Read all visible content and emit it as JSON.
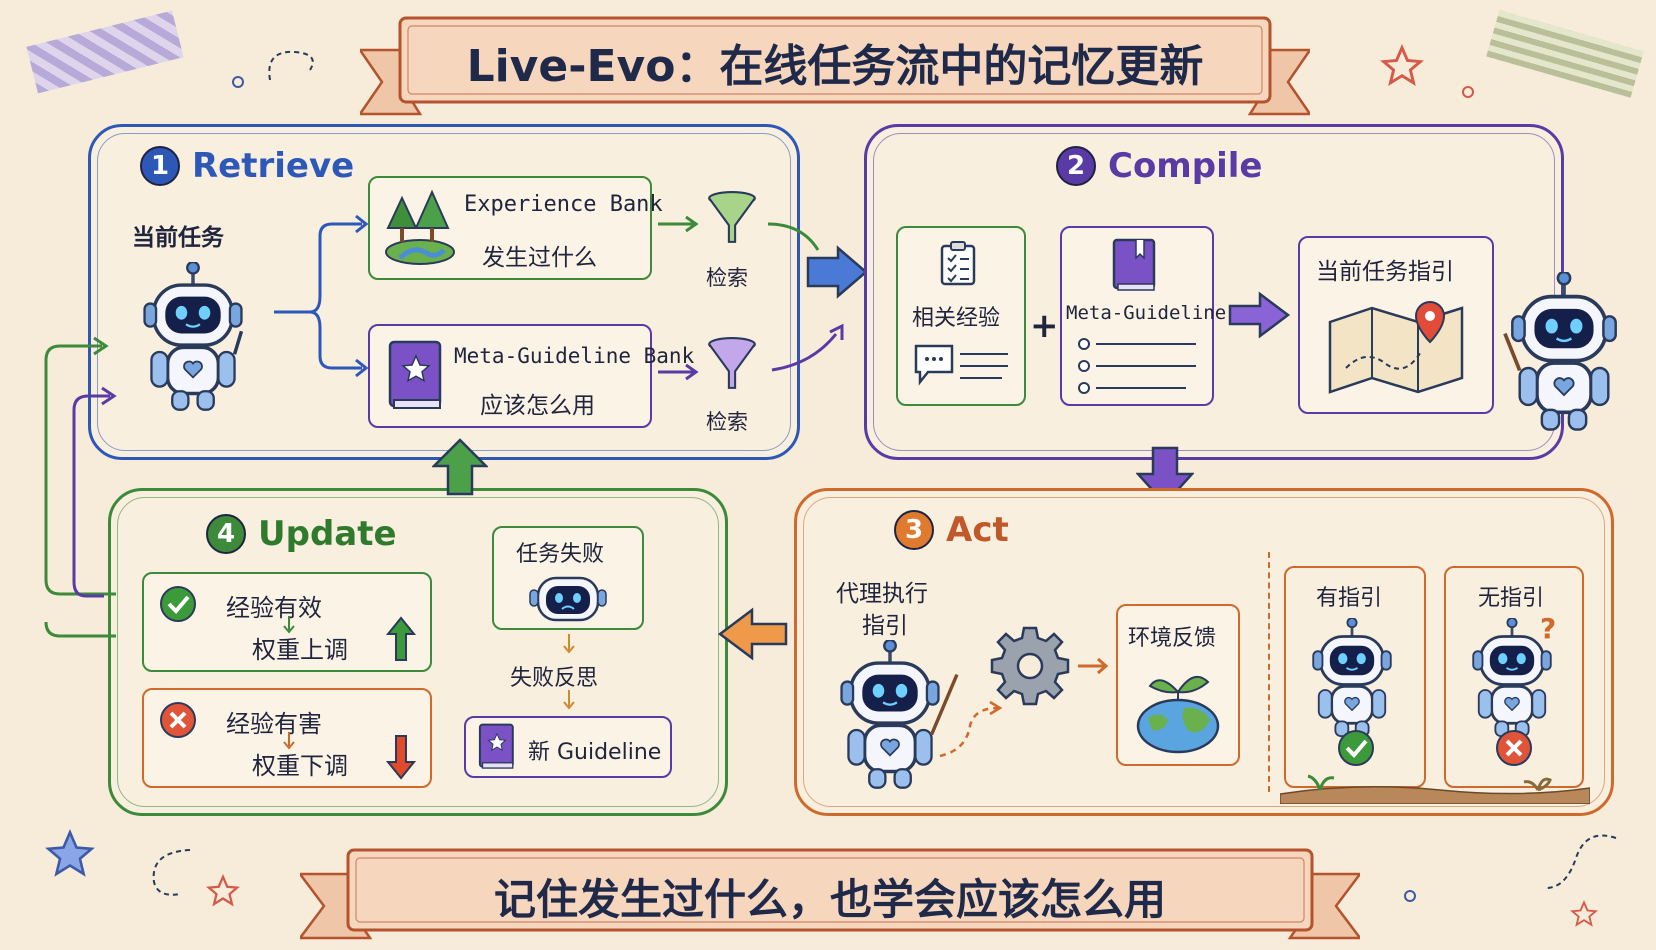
{
  "title": "Live-Evo：在线任务流中的记忆更新",
  "footer": "记住发生过什么，也学会应该怎么用",
  "colors": {
    "retrieve": "#2d58b8",
    "compile": "#5a3aa5",
    "act": "#cf6a2c",
    "update": "#3c8a3a",
    "background": "#f6ecd9"
  },
  "retrieve": {
    "number": "1",
    "title": "Retrieve",
    "current_task": "当前任务",
    "experience_bank": {
      "title": "Experience Bank",
      "subtitle": "发生过什么",
      "icon": "forest-icon"
    },
    "guideline_bank": {
      "title": "Meta-Guideline Bank",
      "subtitle": "应该怎么用",
      "icon": "book-star-icon"
    },
    "search_1": "检索",
    "search_2": "检索"
  },
  "compile": {
    "number": "2",
    "title": "Compile",
    "related_exp": "相关经验",
    "meta_guideline": "Meta-Guideline",
    "plus": "+",
    "task_guide": "当前任务指引"
  },
  "act": {
    "number": "3",
    "title": "Act",
    "agent_exec_1": "代理执行",
    "agent_exec_2": "指引",
    "env_feedback": "环境反馈",
    "with_guide": "有指引",
    "without_guide": "无指引",
    "question_mark": "?"
  },
  "update": {
    "number": "4",
    "title": "Update",
    "effective": "经验有效",
    "weight_up": "权重上调",
    "harmful": "经验有害",
    "weight_down": "权重下调",
    "task_failed": "任务失败",
    "failure_reflection": "失败反思",
    "new_guideline": "新 Guideline"
  }
}
